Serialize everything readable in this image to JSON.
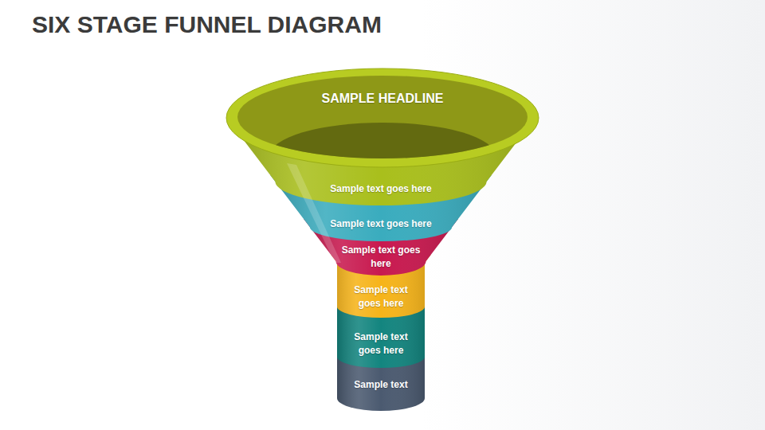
{
  "diagram": {
    "title": "SIX STAGE FUNNEL DIAGRAM",
    "nodes": [
      {
        "text": [
          "SAMPLE HEADLINE",
          "Sample text goes here"
        ]
      },
      {
        "text": [
          "Sample text goes here"
        ]
      },
      {
        "text": [
          "Sample text goes here"
        ]
      },
      {
        "text": [
          "Sample text goes here"
        ]
      },
      {
        "text": [
          "Sample text goes here"
        ]
      },
      {
        "text": [
          "Sample text"
        ]
      }
    ]
  }
}
